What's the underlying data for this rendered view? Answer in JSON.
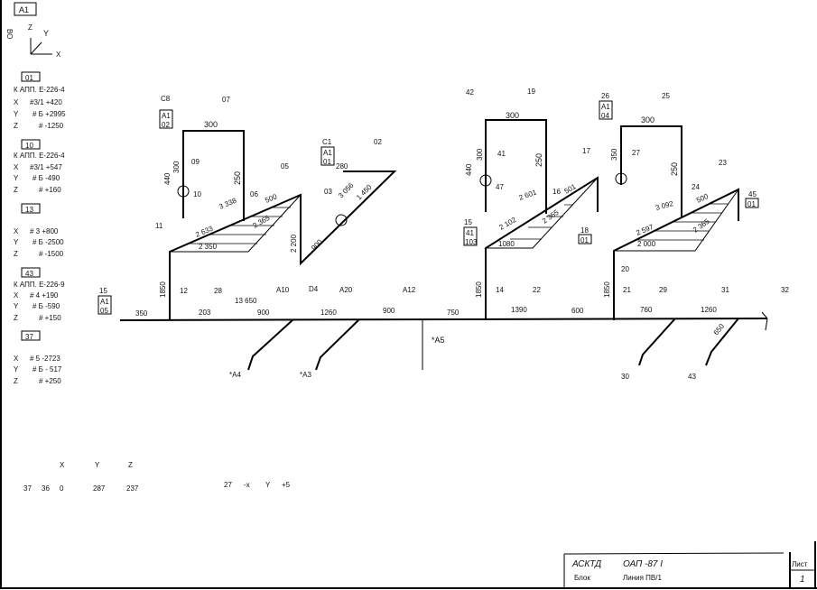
{
  "sheet": {
    "ref_box": "А1",
    "side_code": "ВО"
  },
  "axes": {
    "z": "Z",
    "y": "Y",
    "x": "X"
  },
  "connections": [
    {
      "tag": "01",
      "to": "К АПП.  Е-226-4",
      "x": "#3/1 +420",
      "y": "# Б +2995",
      "z": "# -1250"
    },
    {
      "tag": "10",
      "to": "К АПП.  Е-226-4",
      "x": "#3/1 +547",
      "y": "# Б -490",
      "z": "# +160"
    },
    {
      "tag": "13",
      "to": "",
      "x": "# 3 +800",
      "y": "# Б -2500",
      "z": "# -1500"
    },
    {
      "tag": "43",
      "to": "К АПП.  Е-226-9",
      "x": "# 4 +190",
      "y": "# Б -590",
      "z": "# +150"
    },
    {
      "tag": "37",
      "to": "",
      "x": "# 5 -2723",
      "y": "# Б - 517",
      "z": "# +250"
    }
  ],
  "axis_letters": {
    "x": "X",
    "y": "Y",
    "z": "Z"
  },
  "coord_table": {
    "headers": [
      "X",
      "Y",
      "Z"
    ],
    "row": [
      "37",
      "36",
      "0",
      "287",
      "237"
    ],
    "note": [
      "27",
      "-x",
      "Y",
      "+5"
    ]
  },
  "drawing": {
    "nodes": {
      "n15": "15",
      "n15a": "А1",
      "n15b": "05",
      "n12": "12",
      "n28": "28",
      "n11": "11",
      "n06": "06",
      "n05": "05",
      "d4": "D4",
      "c8": "С8",
      "c8a": "А1",
      "c8b": "02",
      "n07": "07",
      "n09": "09",
      "n10": "10",
      "c1": "С1",
      "c1a": "А1",
      "c1b": "01",
      "n02": "02",
      "n03": "03",
      "a10": "А10",
      "a20": "А20",
      "a12": "А12",
      "a4": "*А4",
      "a3": "*А3",
      "a5": "*А5",
      "n42": "42",
      "n19": "19",
      "n41": "41",
      "n47": "47",
      "n16": "16",
      "n17": "17",
      "n18": "18",
      "n18b": "01",
      "m15": "15",
      "m15a": "41",
      "m15b": "103",
      "n14": "14",
      "n22": "22",
      "n26": "26",
      "n26a": "А1",
      "n26b": "04",
      "n25": "25",
      "n27": "27",
      "n24": "24",
      "n23": "23",
      "n45": "45",
      "n45b": "01",
      "n20": "20",
      "n21": "21",
      "n29": "29",
      "n31": "31",
      "n32": "32",
      "n30": "30",
      "n43": "43"
    },
    "dims": {
      "d350": "350",
      "d203": "203",
      "d13650": "13 650",
      "d900a": "900",
      "d1260a": "1260",
      "d900b": "900",
      "d750": "750",
      "d1390": "1390",
      "d600": "600",
      "d760": "760",
      "d1260b": "1260",
      "d650": "650",
      "d1850a": "1850",
      "d1850b": "1850",
      "d1850c": "1850",
      "l300a": "300",
      "l300b": "300",
      "l250a": "250",
      "l440a": "440",
      "l2633": "2 633",
      "l3338": "3 338",
      "l500": "500",
      "l2365a": "2 365",
      "l2350": "2 350",
      "l2200": "2 200",
      "l900": "900",
      "l280": "280",
      "l3056": "3 056",
      "l1450": "1 450",
      "m300a": "300",
      "m300b": "300",
      "m440": "440",
      "m250": "250",
      "m2601": "2 601",
      "m501": "501",
      "m2102": "2 102",
      "m2365": "2 365",
      "m1080": "1080",
      "r300": "300",
      "r350": "350",
      "r250": "250",
      "r3092": "3 092",
      "r500": "500",
      "r2597": "2 597",
      "r2365": "2 365",
      "r2000": "2 000"
    }
  },
  "title_block": {
    "org": "АСКТД",
    "doc": "ОАП -87 I",
    "label": "Блок",
    "name": "Линия ПВ/1",
    "sheet_label": "Лист",
    "sheet_no": "1"
  }
}
